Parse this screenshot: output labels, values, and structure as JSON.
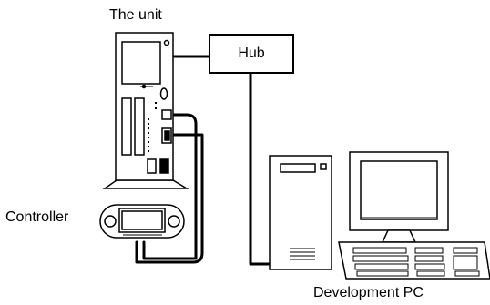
{
  "labels": {
    "unit": "The unit",
    "hub": "Hub",
    "controller": "Controller",
    "dev_pc": "Development PC"
  },
  "colors": {
    "line": "#000000",
    "fill": "#ffffff",
    "dark": "#000000"
  }
}
